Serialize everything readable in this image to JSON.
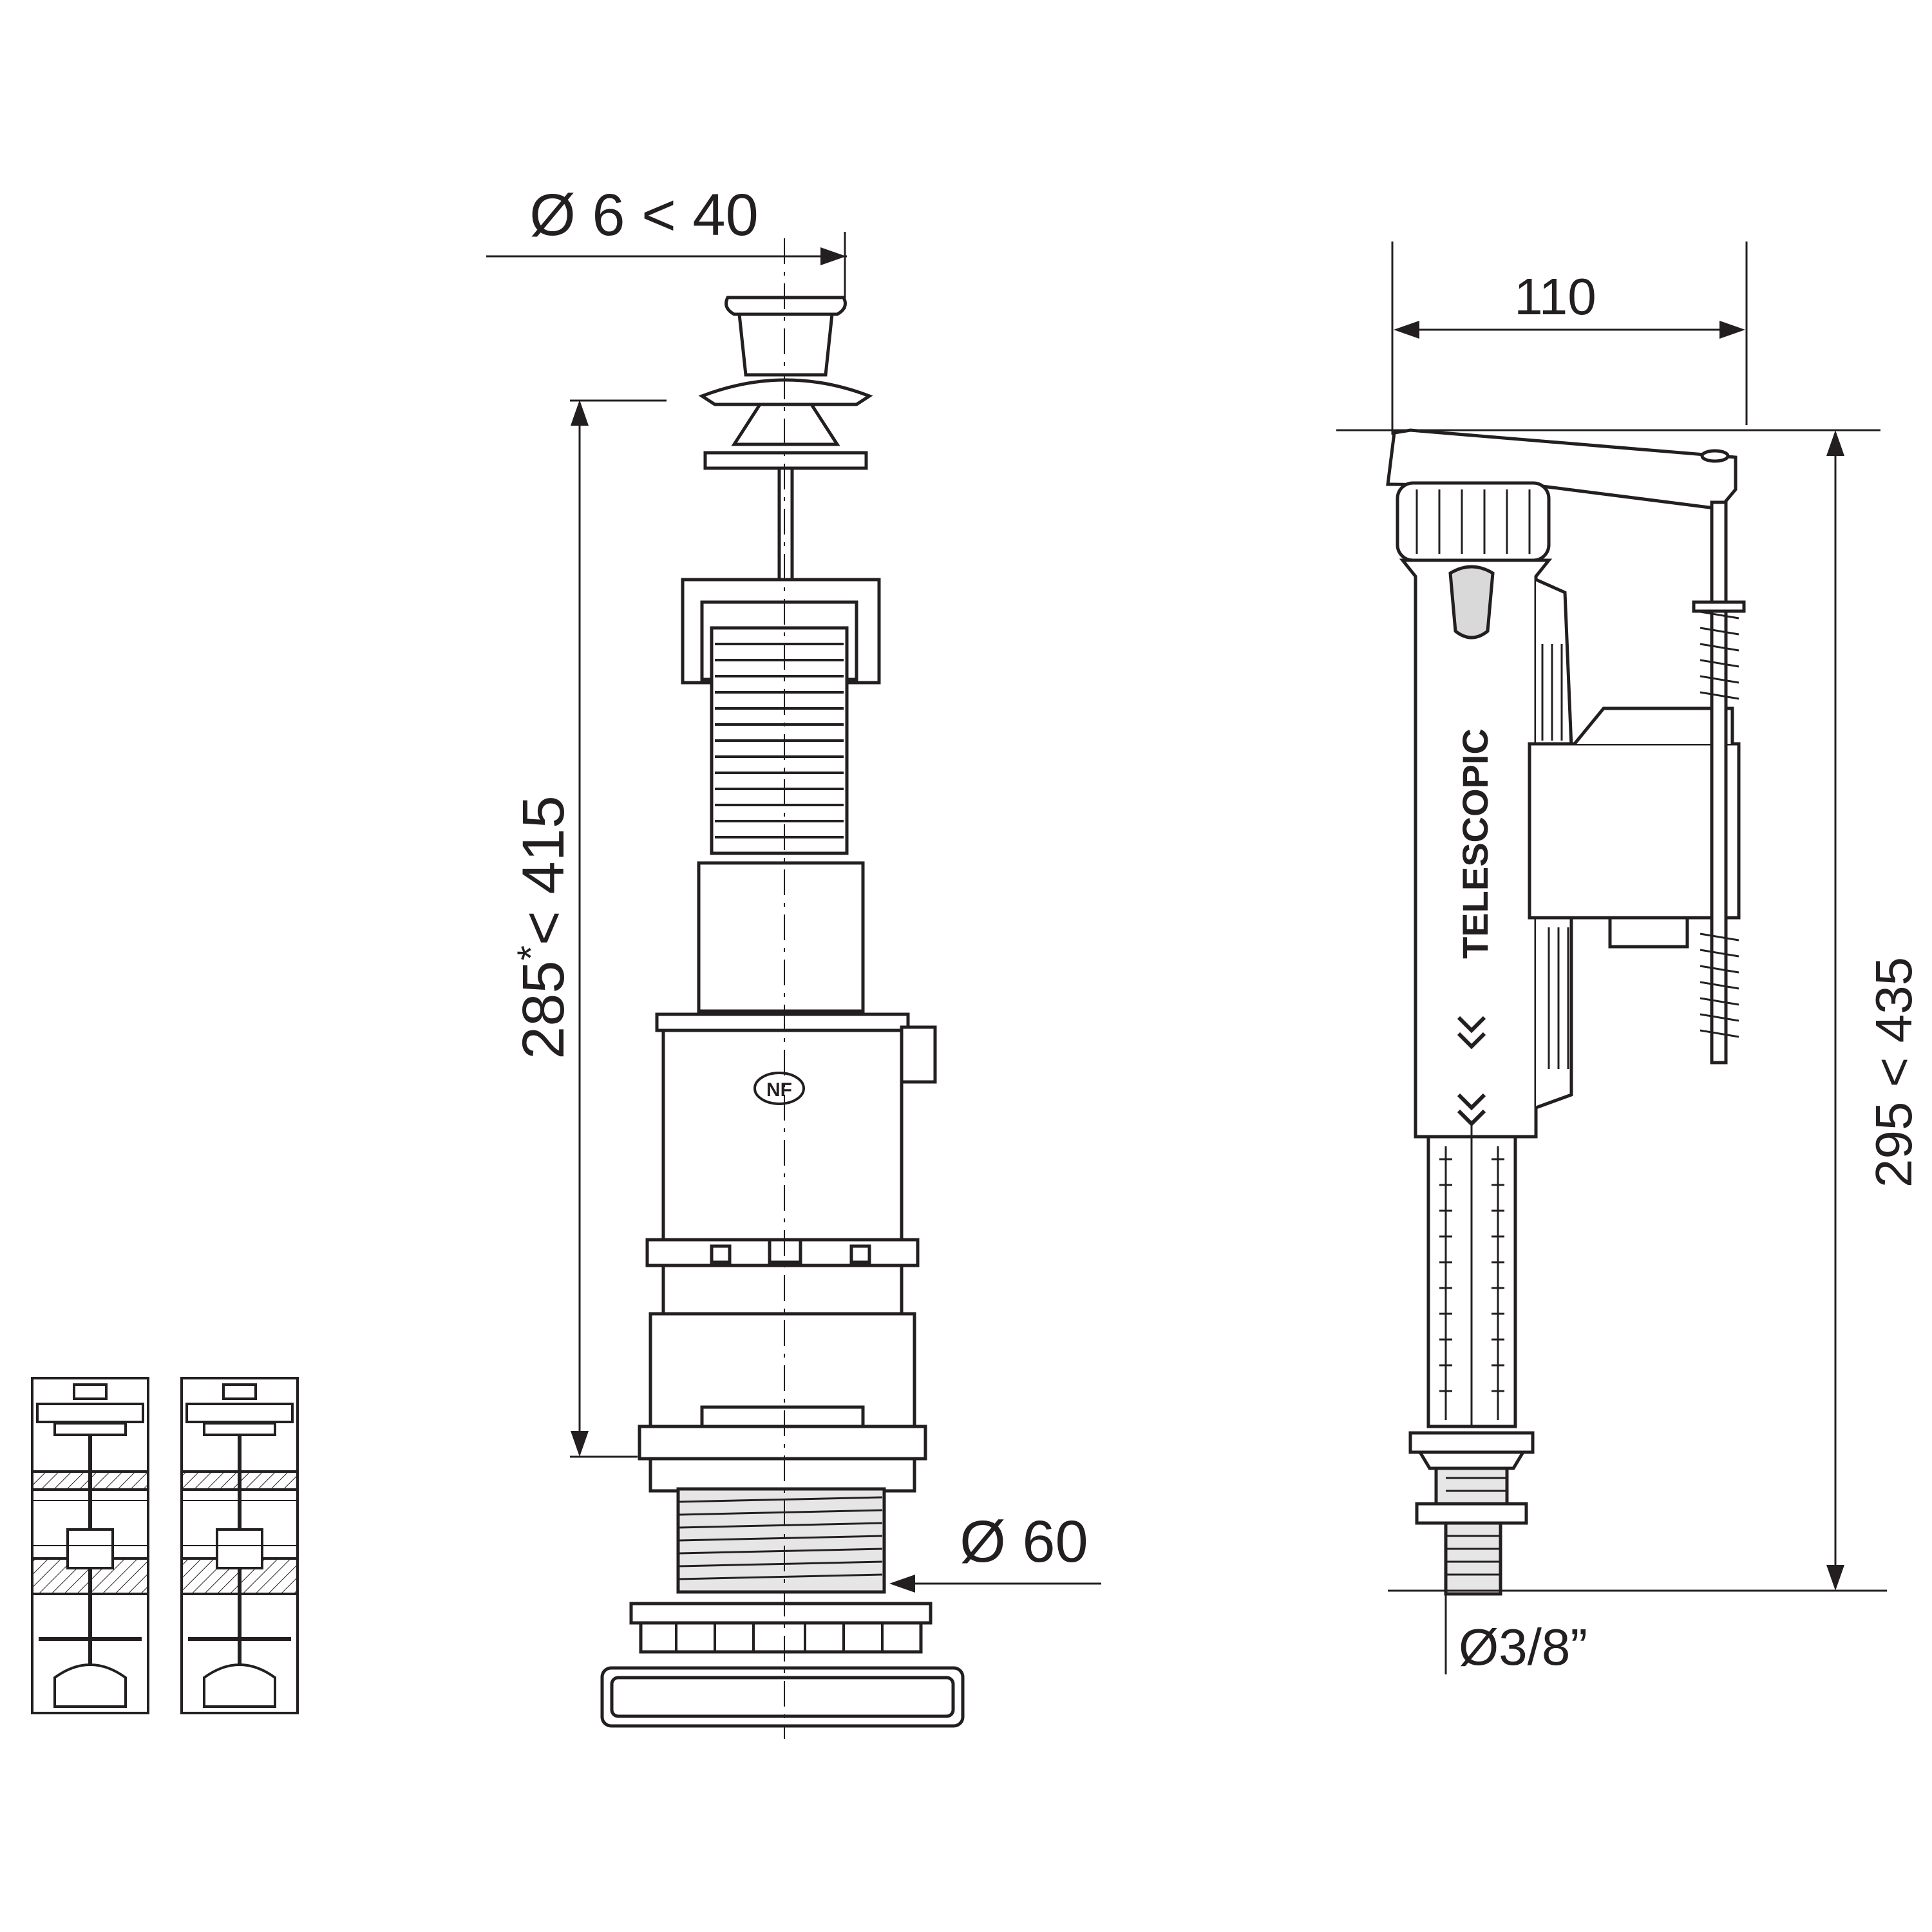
{
  "flush_valve": {
    "button_diameter": "Ø 6 < 40",
    "height_range": "285",
    "height_asterisk": "*",
    "height_range_max": "< 415",
    "outlet_diameter": "Ø 60",
    "mark": "NF"
  },
  "fill_valve": {
    "width": "110",
    "height_range": "295 < 435",
    "thread_diameter": "Ø3/8”",
    "brand_label": "TELESCOPIC"
  },
  "colors": {
    "line": "#231f20",
    "fill_light": "#ffffff",
    "fill_mid": "#d9d9d9"
  }
}
